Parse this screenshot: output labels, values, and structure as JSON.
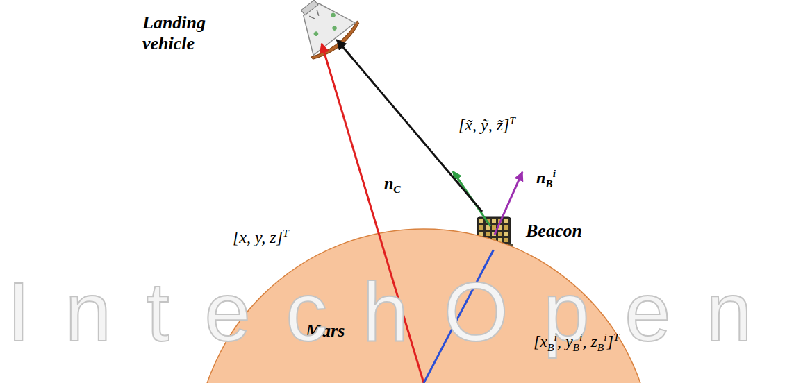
{
  "diagram": {
    "nodes": [
      {
        "text": [
          "Landing vehicle"
        ]
      },
      {
        "text": [
          "Beacon"
        ]
      },
      {
        "text": [
          "Mars"
        ]
      }
    ],
    "edges": [
      {
        "from": 1,
        "to": 0,
        "label": "[x̃, ỹ, z̃]T",
        "arrow": "to"
      },
      {
        "from": 2,
        "to": 0,
        "label": "[x, y, z]T",
        "arrow": "to"
      },
      {
        "from": 2,
        "to": 1,
        "label": "[xBi, yBi, zBi]T",
        "arrow": "none"
      }
    ],
    "labels": [
      "nC",
      "nBi",
      "IntechOpen"
    ]
  }
}
